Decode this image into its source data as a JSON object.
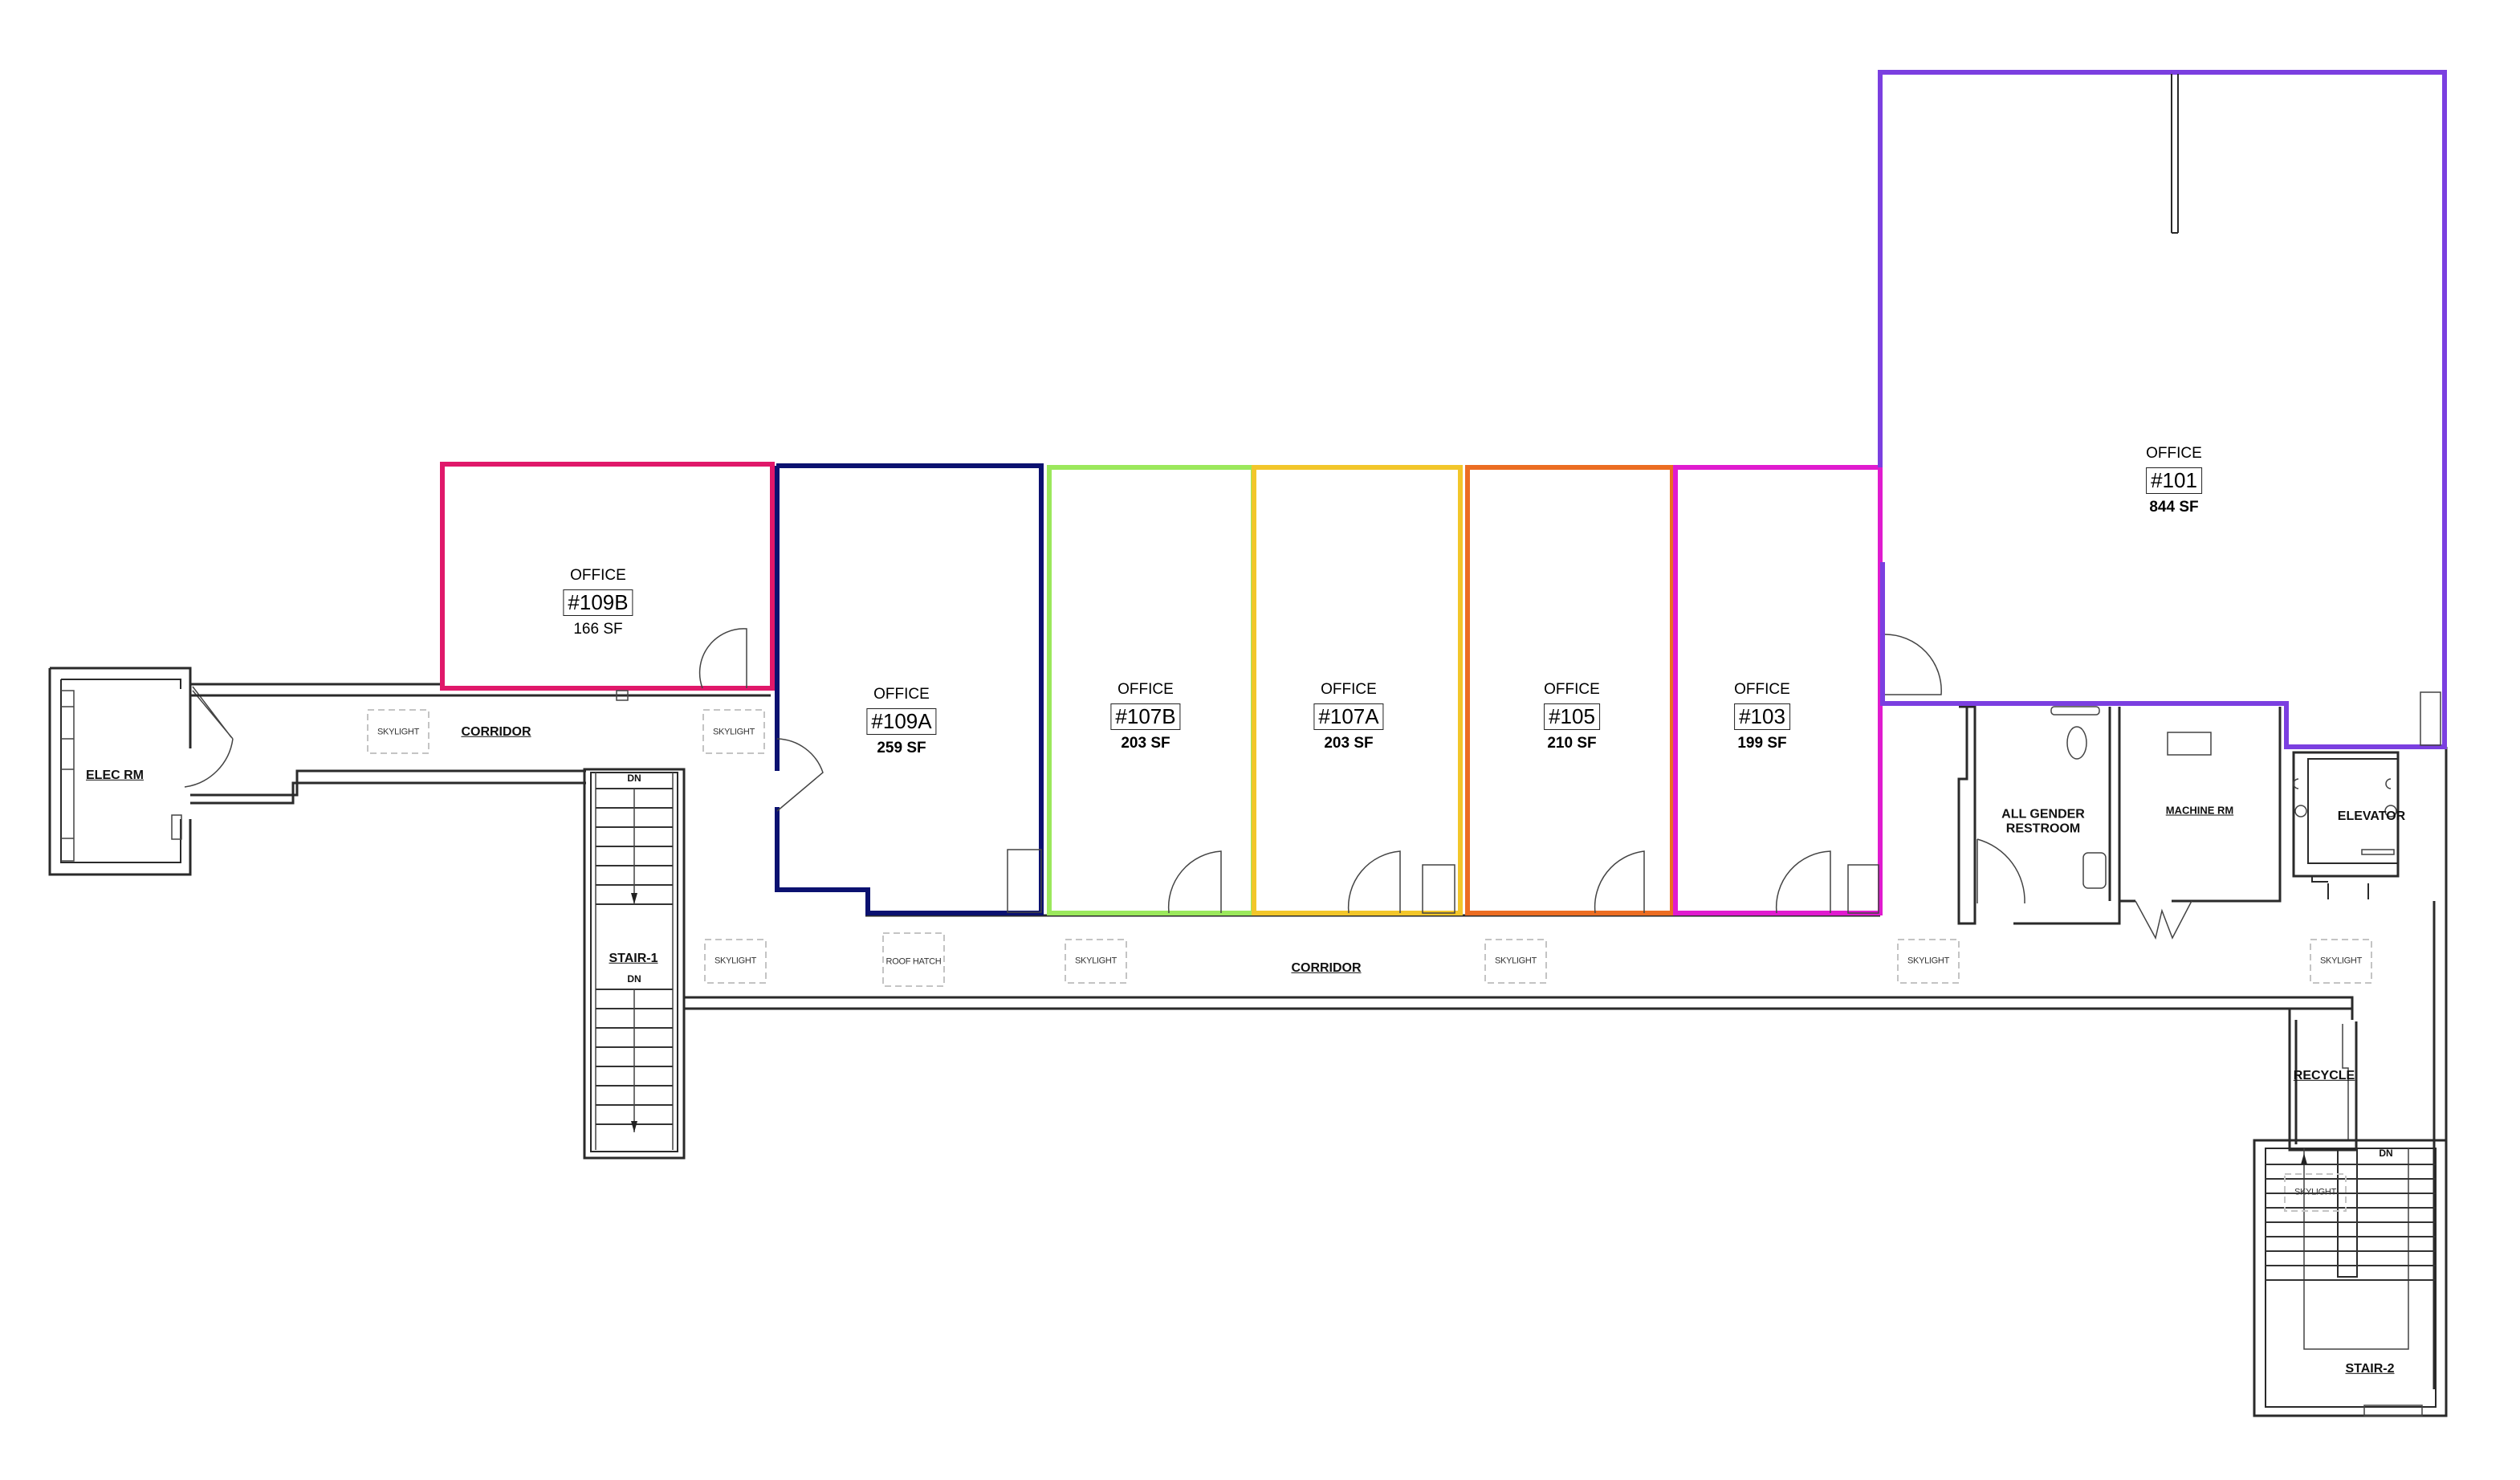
{
  "colors": {
    "office_109B": "#e0186a",
    "office_109A": "#0b1170",
    "office_107B": "#9be85c",
    "office_107A": "#f2c62a",
    "office_105": "#ec6d22",
    "office_103": "#e01bcf",
    "office_101": "#7b3fe0",
    "walls": "#2a2a2a",
    "skylight_dash": "#c4c4c4"
  },
  "offices": [
    {
      "id": "109B",
      "type": "OFFICE",
      "number": "#109B",
      "area": "166 SF"
    },
    {
      "id": "109A",
      "type": "OFFICE",
      "number": "#109A",
      "area": "259 SF"
    },
    {
      "id": "107B",
      "type": "OFFICE",
      "number": "#107B",
      "area": "203 SF"
    },
    {
      "id": "107A",
      "type": "OFFICE",
      "number": "#107A",
      "area": "203 SF"
    },
    {
      "id": "105",
      "type": "OFFICE",
      "number": "#105",
      "area": "210 SF"
    },
    {
      "id": "103",
      "type": "OFFICE",
      "number": "#103",
      "area": "199 SF"
    },
    {
      "id": "101",
      "type": "OFFICE",
      "number": "#101",
      "area": "844 SF"
    }
  ],
  "spaces": {
    "elec_rm": "ELEC RM",
    "corridor_upper": "CORRIDOR",
    "corridor_main": "CORRIDOR",
    "stair_1": "STAIR-1",
    "stair_2": "STAIR-2",
    "restroom_line1": "ALL GENDER",
    "restroom_line2": "RESTROOM",
    "machine_rm": "MACHINE RM",
    "elevator": "ELEVATOR",
    "recycle": "RECYCLE"
  },
  "markers": {
    "skylight": "SKYLIGHT",
    "roof_hatch": "ROOF  HATCH",
    "down": "DN"
  }
}
